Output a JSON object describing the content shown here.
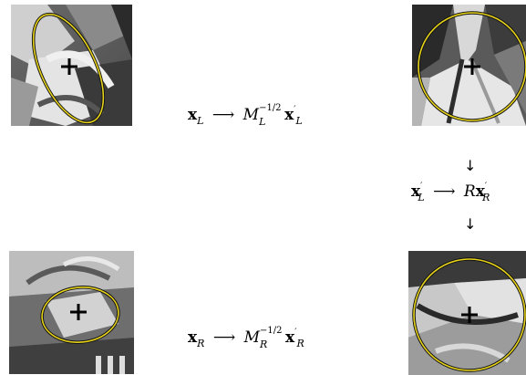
{
  "equations": {
    "left_top": {
      "lhs_var": "x",
      "lhs_sub": "L",
      "arrow": "⟶",
      "M": "M",
      "M_sup": "−1/2",
      "M_sub": "L",
      "rhs_var": "x",
      "rhs_prime": "′",
      "rhs_sub": "L"
    },
    "left_bottom": {
      "lhs_var": "x",
      "lhs_sub": "R",
      "arrow": "⟶",
      "M": "M",
      "M_sup": "−1/2",
      "M_sub": "R",
      "rhs_var": "x",
      "rhs_prime": "′",
      "rhs_sub": "R"
    },
    "right_mid": {
      "lhs_var": "x",
      "lhs_prime": "′",
      "lhs_sub": "L",
      "arrow": "⟶",
      "R": "R",
      "rhs_var": "x",
      "rhs_prime": "′",
      "rhs_sub": "R"
    }
  },
  "arrows": {
    "down": "↓"
  },
  "colors": {
    "ellipse": "#e6d21a",
    "marker": "#000000"
  }
}
